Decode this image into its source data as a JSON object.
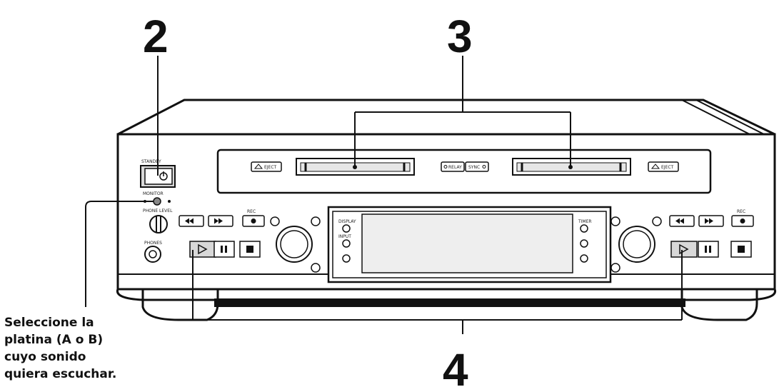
{
  "callouts": {
    "step_2": "2",
    "step_3": "3",
    "step_4": "4"
  },
  "note_lines": [
    "Seleccione la",
    "platina (A o B)",
    "cuyo sonido",
    "quiera escuchar."
  ],
  "device_labels": {
    "standby": "STANDBY",
    "eject": "EJECT",
    "relay": "RELAY",
    "sync": "SYNC",
    "monitor": "MONITOR",
    "phone_level": "PHONE LEVEL",
    "phones": "PHONES",
    "rec": "REC",
    "display": "DISPLAY",
    "input": "INPUT",
    "timer": "TIMER"
  },
  "colors": {
    "line": "#111111",
    "body": "#ffffff",
    "shade": "#d8d8d8",
    "display": "#eeeeee"
  }
}
